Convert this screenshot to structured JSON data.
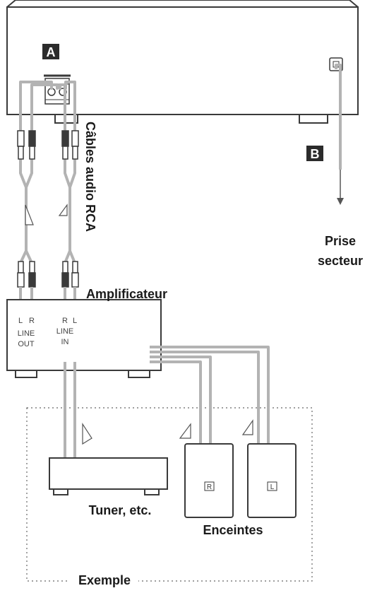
{
  "markers": {
    "a": "A",
    "b": "B"
  },
  "labels": {
    "cables": "Câbles audio RCA",
    "amplifier": "Amplificateur",
    "outlet_line1": "Prise",
    "outlet_line2": "secteur",
    "tuner": "Tuner, etc.",
    "speakers": "Enceintes",
    "example": "Exemple"
  },
  "amplifier_jacks": {
    "out_left": "L",
    "out_right": "R",
    "in_right": "R",
    "in_left": "L",
    "line_out_1": "LINE",
    "line_out_2": "OUT",
    "line_in_1": "LINE",
    "line_in_2": "IN"
  },
  "speaker_tags": {
    "right": "R",
    "left": "L"
  },
  "colors": {
    "outline": "#3a3a3a",
    "cable": "#b3b3b3",
    "badge": "#2b2b2b",
    "dotted_frame": "#666666"
  }
}
